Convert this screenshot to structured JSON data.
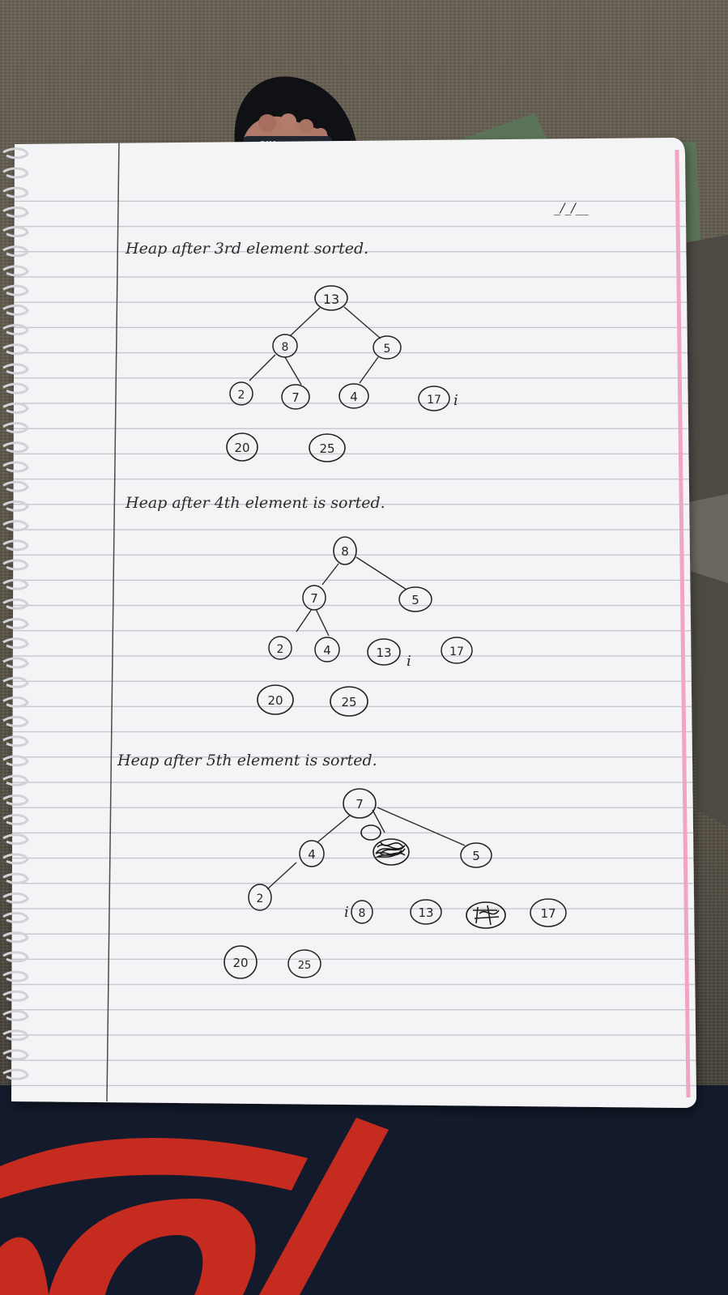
{
  "page": {
    "date_mark": "_/_/__"
  },
  "sections": [
    {
      "heading": "Heap after 3rd element sorted.",
      "nodes": [
        "13",
        "8",
        "5",
        "2",
        "7",
        "4",
        "17",
        "20",
        "25"
      ],
      "index_marker": "i"
    },
    {
      "heading": "Heap after 4th element is sorted.",
      "nodes": [
        "8",
        "7",
        "5",
        "2",
        "4",
        "13",
        "17",
        "20",
        "25"
      ],
      "index_marker": "i"
    },
    {
      "heading": "Heap after 5th element is sorted.",
      "nodes": [
        "7",
        "4",
        "5",
        "2",
        "8",
        "13",
        "17",
        "20",
        "25"
      ],
      "index_marker": "i",
      "scribbled_out": [
        "8",
        "17"
      ]
    }
  ]
}
